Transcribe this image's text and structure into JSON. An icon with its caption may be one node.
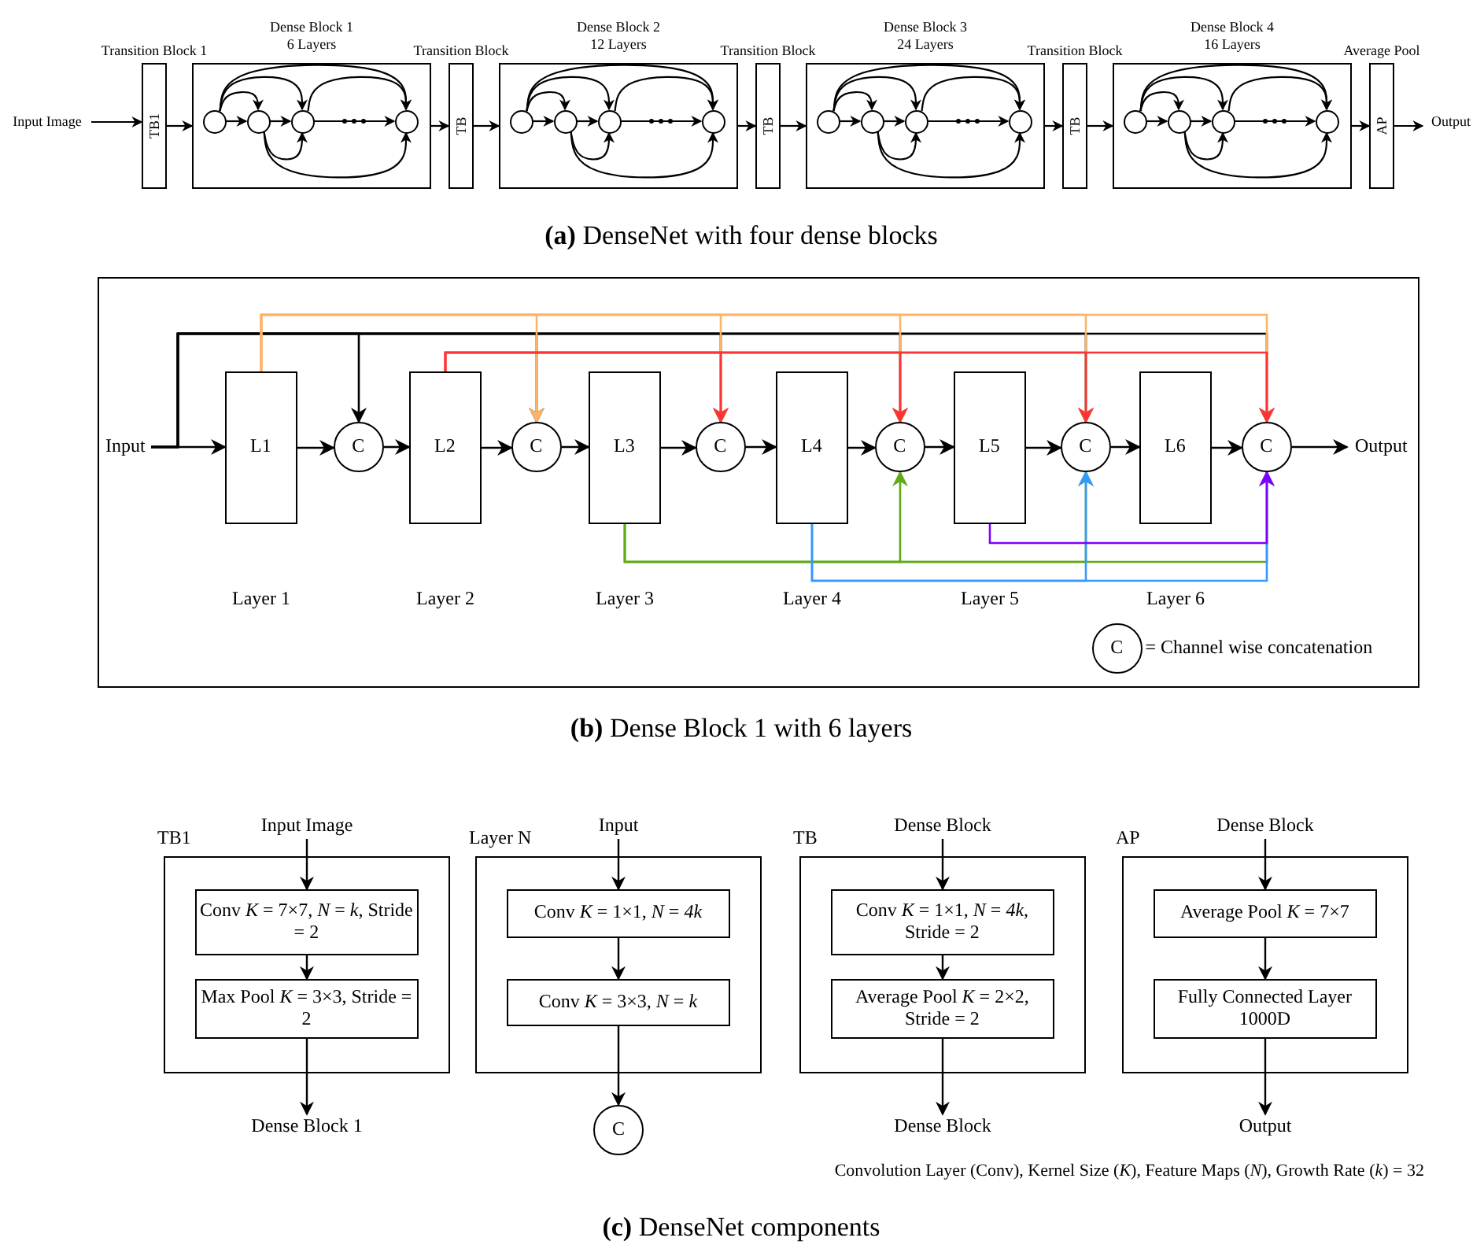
{
  "diagram": {
    "nodes": [
      {
        "text": [
          "Input Image"
        ]
      },
      {
        "text": [
          "Transition Block 1",
          "TB1"
        ]
      },
      {
        "text": [
          "Dense Block 1",
          "6 Layers"
        ]
      },
      {
        "text": [],
        "shape": "circle",
        "in": 2
      },
      {
        "text": [],
        "shape": "circle",
        "in": 2
      },
      {
        "text": [],
        "shape": "circle",
        "in": 2
      },
      {
        "text": [],
        "shape": "circle",
        "in": 2
      },
      {
        "text": [
          "Transition Block",
          "TB"
        ]
      },
      {
        "text": [
          "Dense Block 2",
          "12 Layers"
        ]
      },
      {
        "text": [],
        "shape": "circle",
        "in": 8
      },
      {
        "text": [],
        "shape": "circle",
        "in": 8
      },
      {
        "text": [],
        "shape": "circle",
        "in": 8
      },
      {
        "text": [],
        "shape": "circle",
        "in": 8
      },
      {
        "text": [
          "Transition Block",
          "TB"
        ]
      },
      {
        "text": [
          "Dense Block 3",
          "24 Layers"
        ]
      },
      {
        "text": [],
        "shape": "circle",
        "in": 14
      },
      {
        "text": [],
        "shape": "circle",
        "in": 14
      },
      {
        "text": [],
        "shape": "circle",
        "in": 14
      },
      {
        "text": [],
        "shape": "circle",
        "in": 14
      },
      {
        "text": [
          "Transition Block",
          "TB"
        ]
      },
      {
        "text": [
          "Dense Block 4",
          "16 Layers"
        ]
      },
      {
        "text": [],
        "shape": "circle",
        "in": 20
      },
      {
        "text": [],
        "shape": "circle",
        "in": 20
      },
      {
        "text": [],
        "shape": "circle",
        "in": 20
      },
      {
        "text": [],
        "shape": "circle",
        "in": 20
      },
      {
        "text": [
          "Average Pool",
          "AP"
        ]
      },
      {
        "text": [
          "Output"
        ]
      },
      {
        "text": [],
        "shape": "box"
      },
      {
        "text": [
          "Input"
        ],
        "in": 27
      },
      {
        "text": [
          "L1"
        ],
        "in": 27
      },
      {
        "text": [
          "C"
        ],
        "in": 27
      },
      {
        "text": [
          "L2"
        ],
        "in": 27
      },
      {
        "text": [
          "C"
        ],
        "in": 27
      },
      {
        "text": [
          "L3"
        ],
        "in": 27
      },
      {
        "text": [
          "C"
        ],
        "in": 27
      },
      {
        "text": [
          "L4"
        ],
        "in": 27
      },
      {
        "text": [
          "C"
        ],
        "in": 27
      },
      {
        "text": [
          "L5"
        ],
        "in": 27
      },
      {
        "text": [
          "C"
        ],
        "in": 27
      },
      {
        "text": [
          "L6"
        ],
        "in": 27
      },
      {
        "text": [
          "C"
        ],
        "in": 27
      },
      {
        "text": [
          "Output"
        ],
        "in": 27
      },
      {
        "text": [
          "C"
        ],
        "in": 27,
        "beside": [
          "= Channel wise concatenation"
        ]
      },
      {
        "text": [
          "Input Image"
        ]
      },
      {
        "text": [
          "TB1"
        ]
      },
      {
        "text": [
          "Conv *K* = 7×7, *N* = *k*, Stride = 2"
        ],
        "in": 44
      },
      {
        "text": [
          "Max Pool *K* = 3×3, Stride = 2"
        ],
        "in": 44
      },
      {
        "text": [
          "Dense Block 1"
        ]
      },
      {
        "text": [
          "Input"
        ]
      },
      {
        "text": [
          "Layer N"
        ]
      },
      {
        "text": [
          "Conv *K* = 1×1, *N* = *4k*"
        ],
        "in": 49
      },
      {
        "text": [
          "Conv *K* = 3×3, *N* = *k*"
        ],
        "in": 49
      },
      {
        "text": [
          "C"
        ]
      },
      {
        "text": [
          "Dense Block"
        ]
      },
      {
        "text": [
          "TB"
        ]
      },
      {
        "text": [
          "Conv *K* = 1×1, *N* = *4k*, Stride = 2"
        ],
        "in": 54
      },
      {
        "text": [
          "Average Pool *K* = 2×2, Stride = 2"
        ],
        "in": 54
      },
      {
        "text": [
          "Dense Block"
        ]
      },
      {
        "text": [
          "Dense Block"
        ]
      },
      {
        "text": [
          "AP"
        ]
      },
      {
        "text": [
          "Average Pool *K* = 7×7"
        ],
        "in": 59
      },
      {
        "text": [
          "Fully Connected Layer 1000D"
        ],
        "in": 59
      },
      {
        "text": [
          "Output"
        ]
      }
    ],
    "edges": [
      {
        "from": 0,
        "to": 1,
        "arrow": "to"
      },
      {
        "from": 1,
        "to": 2,
        "arrow": "to"
      },
      {
        "from": 2,
        "to": 7,
        "arrow": "to"
      },
      {
        "from": 7,
        "to": 8,
        "arrow": "to"
      },
      {
        "from": 8,
        "to": 13,
        "arrow": "to"
      },
      {
        "from": 13,
        "to": 14,
        "arrow": "to"
      },
      {
        "from": 14,
        "to": 19,
        "arrow": "to"
      },
      {
        "from": 19,
        "to": 20,
        "arrow": "to"
      },
      {
        "from": 20,
        "to": 25,
        "arrow": "to"
      },
      {
        "from": 25,
        "to": 26,
        "arrow": "to"
      },
      {
        "from": 3,
        "to": 4,
        "arrow": "to"
      },
      {
        "from": 4,
        "to": 5,
        "arrow": "to"
      },
      {
        "from": 5,
        "to": 6,
        "arrow": "to"
      },
      {
        "from": 3,
        "to": 4,
        "arrow": "to"
      },
      {
        "from": 3,
        "to": 5,
        "arrow": "to"
      },
      {
        "from": 3,
        "to": 6,
        "arrow": "to"
      },
      {
        "from": 5,
        "to": 6,
        "arrow": "to"
      },
      {
        "from": 4,
        "to": 5,
        "arrow": "to"
      },
      {
        "from": 4,
        "to": 6,
        "arrow": "to"
      },
      {
        "from": 9,
        "to": 10,
        "arrow": "to"
      },
      {
        "from": 10,
        "to": 11,
        "arrow": "to"
      },
      {
        "from": 11,
        "to": 12,
        "arrow": "to"
      },
      {
        "from": 9,
        "to": 10,
        "arrow": "to"
      },
      {
        "from": 9,
        "to": 11,
        "arrow": "to"
      },
      {
        "from": 9,
        "to": 12,
        "arrow": "to"
      },
      {
        "from": 11,
        "to": 12,
        "arrow": "to"
      },
      {
        "from": 10,
        "to": 11,
        "arrow": "to"
      },
      {
        "from": 10,
        "to": 12,
        "arrow": "to"
      },
      {
        "from": 15,
        "to": 16,
        "arrow": "to"
      },
      {
        "from": 16,
        "to": 17,
        "arrow": "to"
      },
      {
        "from": 17,
        "to": 18,
        "arrow": "to"
      },
      {
        "from": 15,
        "to": 16,
        "arrow": "to"
      },
      {
        "from": 15,
        "to": 17,
        "arrow": "to"
      },
      {
        "from": 15,
        "to": 18,
        "arrow": "to"
      },
      {
        "from": 17,
        "to": 18,
        "arrow": "to"
      },
      {
        "from": 16,
        "to": 17,
        "arrow": "to"
      },
      {
        "from": 16,
        "to": 18,
        "arrow": "to"
      },
      {
        "from": 21,
        "to": 22,
        "arrow": "to"
      },
      {
        "from": 22,
        "to": 23,
        "arrow": "to"
      },
      {
        "from": 23,
        "to": 24,
        "arrow": "to"
      },
      {
        "from": 21,
        "to": 22,
        "arrow": "to"
      },
      {
        "from": 21,
        "to": 23,
        "arrow": "to"
      },
      {
        "from": 21,
        "to": 24,
        "arrow": "to"
      },
      {
        "from": 23,
        "to": 24,
        "arrow": "to"
      },
      {
        "from": 22,
        "to": 23,
        "arrow": "to"
      },
      {
        "from": 22,
        "to": 24,
        "arrow": "to"
      },
      {
        "from": 28,
        "to": 29,
        "arrow": "to"
      },
      {
        "from": 29,
        "to": 30,
        "arrow": "to"
      },
      {
        "from": 30,
        "to": 31,
        "arrow": "to"
      },
      {
        "from": 31,
        "to": 32,
        "arrow": "to"
      },
      {
        "from": 32,
        "to": 33,
        "arrow": "to"
      },
      {
        "from": 33,
        "to": 34,
        "arrow": "to"
      },
      {
        "from": 34,
        "to": 35,
        "arrow": "to"
      },
      {
        "from": 35,
        "to": 36,
        "arrow": "to"
      },
      {
        "from": 36,
        "to": 37,
        "arrow": "to"
      },
      {
        "from": 37,
        "to": 38,
        "arrow": "to"
      },
      {
        "from": 38,
        "to": 39,
        "arrow": "to"
      },
      {
        "from": 39,
        "to": 40,
        "arrow": "to"
      },
      {
        "from": 40,
        "to": 41,
        "arrow": "to"
      },
      {
        "from": 28,
        "to": 30,
        "arrow": "to"
      },
      {
        "from": 28,
        "to": 32,
        "arrow": "to"
      },
      {
        "from": 28,
        "to": 34,
        "arrow": "to"
      },
      {
        "from": 28,
        "to": 36,
        "arrow": "to"
      },
      {
        "from": 28,
        "to": 38,
        "arrow": "to"
      },
      {
        "from": 28,
        "to": 40,
        "arrow": "to"
      },
      {
        "from": 29,
        "to": 32,
        "arrow": "to",
        "color": "#ffb366"
      },
      {
        "from": 29,
        "to": 34,
        "arrow": "to",
        "color": "#ffb366"
      },
      {
        "from": 29,
        "to": 36,
        "arrow": "to",
        "color": "#ffb366"
      },
      {
        "from": 29,
        "to": 38,
        "arrow": "to",
        "color": "#ffb366"
      },
      {
        "from": 29,
        "to": 40,
        "arrow": "to",
        "color": "#ffb366"
      },
      {
        "from": 31,
        "to": 34,
        "arrow": "to",
        "color": "#ff3333"
      },
      {
        "from": 31,
        "to": 36,
        "arrow": "to",
        "color": "#ff3333"
      },
      {
        "from": 31,
        "to": 38,
        "arrow": "to",
        "color": "#ff3333"
      },
      {
        "from": 31,
        "to": 40,
        "arrow": "to",
        "color": "#ff3333"
      },
      {
        "from": 33,
        "to": 36,
        "arrow": "to",
        "color": "#60a917"
      },
      {
        "from": 33,
        "to": 38,
        "arrow": "to",
        "color": "#60a917"
      },
      {
        "from": 33,
        "to": 40,
        "arrow": "to",
        "color": "#60a917"
      },
      {
        "from": 35,
        "to": 38,
        "arrow": "to",
        "color": "#3399ff"
      },
      {
        "from": 35,
        "to": 40,
        "arrow": "to",
        "color": "#3399ff"
      },
      {
        "from": 37,
        "to": 40,
        "arrow": "to",
        "color": "#7f00ff"
      },
      {
        "from": 43,
        "to": 45,
        "arrow": "to"
      },
      {
        "from": 45,
        "to": 46,
        "arrow": "to"
      },
      {
        "from": 46,
        "to": 47,
        "arrow": "to"
      },
      {
        "from": 48,
        "to": 50,
        "arrow": "to"
      },
      {
        "from": 50,
        "to": 51,
        "arrow": "to"
      },
      {
        "from": 51,
        "to": 52,
        "arrow": "to"
      },
      {
        "from": 53,
        "to": 55,
        "arrow": "to"
      },
      {
        "from": 55,
        "to": 56,
        "arrow": "to"
      },
      {
        "from": 56,
        "to": 57,
        "arrow": "to"
      },
      {
        "from": 58,
        "to": 60,
        "arrow": "to"
      },
      {
        "from": 60,
        "to": 61,
        "arrow": "to"
      },
      {
        "from": 61,
        "to": 62,
        "arrow": "to"
      }
    ],
    "labels": [
      "**(a)** DenseNet with four dense blocks",
      "Layer 1",
      "Layer 2",
      "Layer 3",
      "Layer 4",
      "Layer 5",
      "Layer 6",
      "**(b)** Dense Block 1 with 6 layers",
      "Convolution Layer (Conv), Kernel Size (*K*), Feature Maps (*N*), Growth Rate (*k*) = 32",
      "**(c)** DenseNet components"
    ]
  }
}
